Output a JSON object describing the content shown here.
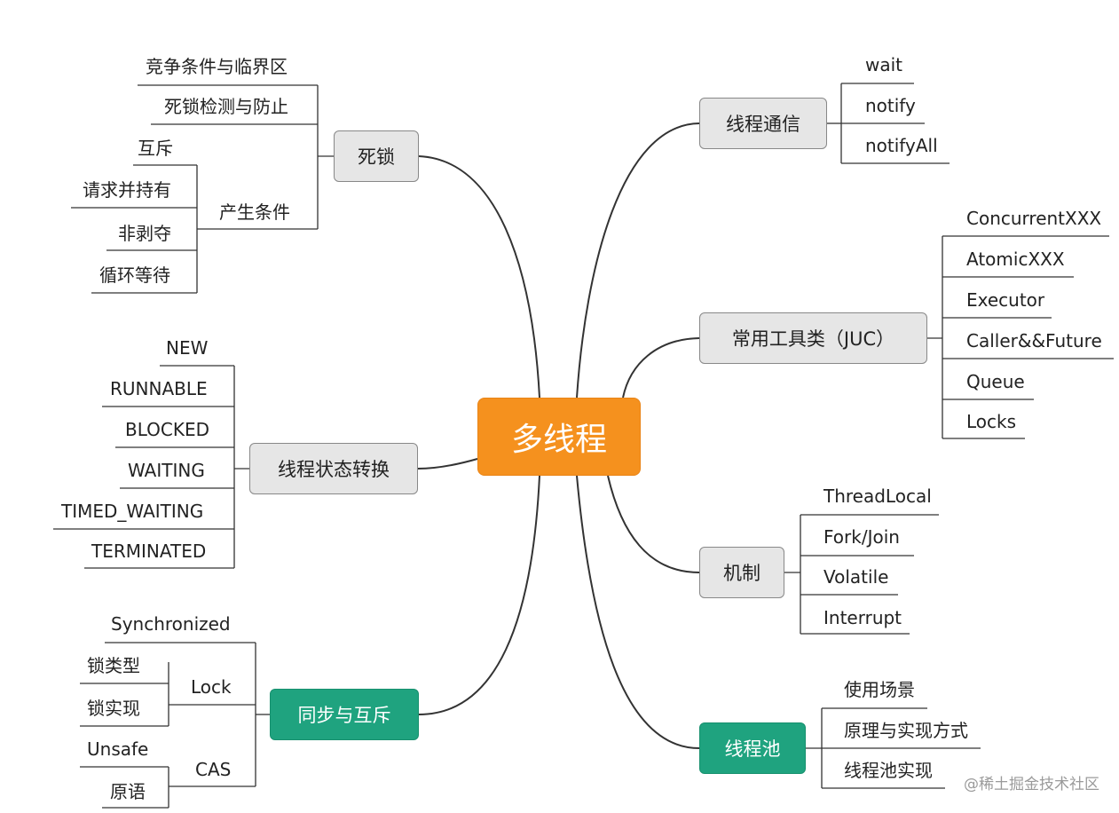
{
  "center": "多线程",
  "branches": {
    "deadlock": {
      "label": "死锁",
      "leaves": [
        "竞争条件与临界区",
        "死锁检测与防止"
      ],
      "sub": {
        "label": "产生条件",
        "leaves": [
          "互斥",
          "请求并持有",
          "非剥夺",
          "循环等待"
        ]
      }
    },
    "state": {
      "label": "线程状态转换",
      "leaves": [
        "NEW",
        "RUNNABLE",
        "BLOCKED",
        "WAITING",
        "TIMED_WAITING",
        "TERMINATED"
      ]
    },
    "sync": {
      "label": "同步与互斥",
      "leaves": [
        "Synchronized"
      ],
      "lock": {
        "label": "Lock",
        "leaves": [
          "锁类型",
          "锁实现"
        ]
      },
      "cas": {
        "label": "CAS",
        "leaves": [
          "Unsafe",
          "原语"
        ]
      }
    },
    "comm": {
      "label": "线程通信",
      "leaves": [
        "wait",
        "notify",
        "notifyAll"
      ]
    },
    "juc": {
      "label": "常用工具类（JUC）",
      "leaves": [
        "ConcurrentXXX",
        "AtomicXXX",
        "Executor",
        "Caller&&Future",
        "Queue",
        "Locks"
      ]
    },
    "mech": {
      "label": "机制",
      "leaves": [
        "ThreadLocal",
        "Fork/Join",
        "Volatile",
        "Interrupt"
      ]
    },
    "pool": {
      "label": "线程池",
      "leaves": [
        "使用场景",
        "原理与实现方式",
        "线程池实现"
      ]
    }
  },
  "watermark": "@稀土掘金技术社区",
  "colors": {
    "center": "#f5911e",
    "green": "#1fa37f",
    "grey": "#e6e6e6",
    "line": "#333333"
  }
}
